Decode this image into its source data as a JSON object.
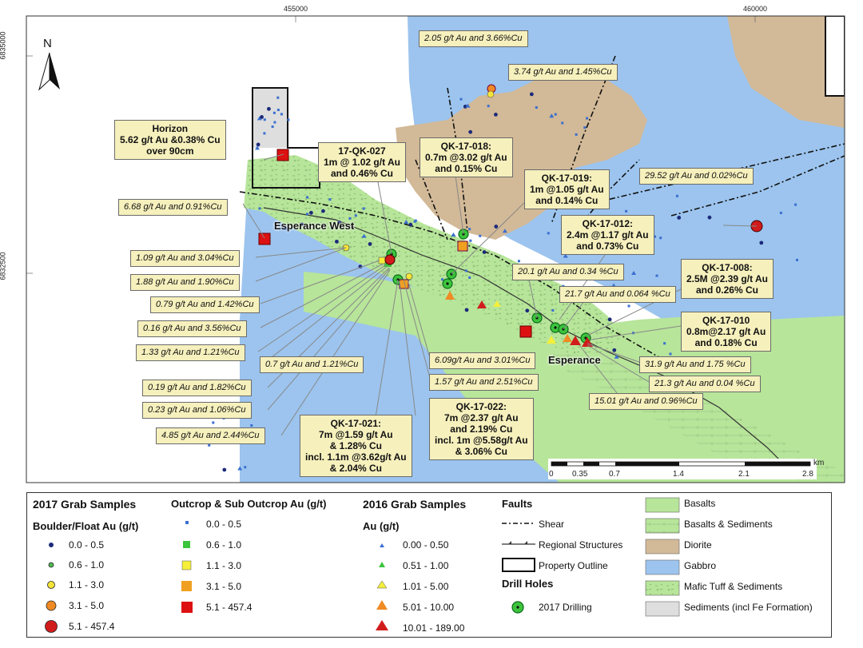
{
  "map": {
    "grid": {
      "eastings": [
        "455000",
        "460000"
      ],
      "northings": [
        "6835000",
        "6832500"
      ]
    },
    "north_arrow": "N",
    "scale": {
      "labels": [
        "0",
        "0.35",
        "0.7",
        "1.4",
        "2.1",
        "2.8"
      ],
      "unit": "km"
    },
    "places": {
      "west": "Esperance West",
      "east": "Esperance"
    },
    "callouts": {
      "c_205": "2.05 g/t Au and 3.66%Cu",
      "c_374": "3.74 g/t Au and 1.45%Cu",
      "horizon": [
        "Horizon",
        "5.62 g/t Au &0.38% Cu",
        "over 90cm"
      ],
      "qk027": [
        "17-QK-027",
        "1m @ 1.02 g/t Au",
        "and 0.46% Cu"
      ],
      "qk018": [
        "QK-17-018:",
        "0.7m @3.02 g/t Au",
        "and 0.15% Cu"
      ],
      "qk019": [
        "QK-17-019:",
        "1m @1.05 g/t Au",
        "and 0.14% Cu"
      ],
      "c_2952": "29.52 g/t Au and 0.02%Cu",
      "c_668": "6.68 g/t Au and 0.91%Cu",
      "qk012": [
        "QK-17-012:",
        "2.4m @1.17 g/t Au",
        "and 0.73% Cu"
      ],
      "c_109": "1.09 g/t Au and 3.04%Cu",
      "c_201": "20.1 g/t Au and 0.34 %Cu",
      "qk008": [
        "QK-17-008:",
        "2.5M @2.39 g/t Au",
        "and 0.26% Cu"
      ],
      "c_188": "1.88 g/t Au and 1.90%Cu",
      "c_217": "21.7 g/t Au and 0.064 %Cu",
      "c_079": "0.79 g/t Au and 1.42%Cu",
      "qk010": [
        "QK-17-010",
        "0.8m@2.17 g/t Au",
        "and 0.18% Cu"
      ],
      "c_016": "0.16 g/t Au and 3.56%Cu",
      "c_133": "1.33 g/t Au and 1.21%Cu",
      "c_07": "0.7 g/t Au and 1.21%Cu",
      "c_609": "6.09g/t Au and 3.01%Cu",
      "c_319": "31.9 g/t Au and 1.75 %Cu",
      "c_157": "1.57 g/t Au and 2.51%Cu",
      "c_213": "21.3 g/t Au and 0.04 %Cu",
      "c_019": "0.19 g/t Au and 1.82%Cu",
      "c_1501": "15.01 g/t Au and 0.96%Cu",
      "c_023": "0.23 g/t Au and 1.06%Cu",
      "qk022": [
        "QK-17-022:",
        "7m @2.37 g/t Au",
        "and 2.19% Cu",
        "incl. 1m @5.58g/t Au",
        "& 3.06% Cu"
      ],
      "qk021": [
        "QK-17-021:",
        "7m @1.59 g/t Au",
        "& 1.28% Cu",
        "incl. 1.1m @3.62g/t Au",
        "& 2.04% Cu"
      ],
      "c_485": "4.85 g/t Au and 2.44%Cu"
    }
  },
  "legend": {
    "grab2017": {
      "title": "2017 Grab Samples",
      "sub": "Boulder/Float Au (g/t)",
      "items": [
        "0.0 - 0.5",
        "0.6 - 1.0",
        "1.1 - 3.0",
        "3.1 - 5.0",
        "5.1 - 457.4"
      ],
      "colors": [
        "#1c2a7a",
        "#52b852",
        "#f5e43a",
        "#f08a24",
        "#d11c1c"
      ]
    },
    "outcrop": {
      "title": "Outcrop & Sub Outcrop Au (g/t)",
      "items": [
        "0.0 - 0.5",
        "0.6 - 1.0",
        "1.1 - 3.0",
        "3.1 - 5.0",
        "5.1 - 457.4"
      ],
      "colors": [
        "#3a6fd0",
        "#3cc43c",
        "#f5ef3a",
        "#f0a020",
        "#dd1111"
      ]
    },
    "grab2016": {
      "title": "2016 Grab Samples",
      "sub": "Au (g/t)",
      "items": [
        "0.00 - 0.50",
        "0.51 - 1.00",
        "1.01 - 5.00",
        "5.01 - 10.00",
        "10.01 - 189.00"
      ],
      "colors": [
        "#3a6fd0",
        "#3cc43c",
        "#f5ef3a",
        "#f08a24",
        "#d11c1c"
      ]
    },
    "faults": {
      "title": "Faults",
      "shear": "Shear",
      "regional": "Regional Structures",
      "property": "Property Outline",
      "drill_title": "Drill Holes",
      "drill": "2017 Drilling"
    },
    "geology": {
      "items": [
        "Basalts",
        "Basalts & Sediments",
        "Diorite",
        "Gabbro",
        "Mafic Tuff & Sediments",
        "Sediments (incl Fe Formation)"
      ],
      "colors": [
        "#b7e59a",
        "#b7e59a",
        "#d2b997",
        "#9cc4ee",
        "#b7e59a",
        "#dedede"
      ]
    }
  }
}
